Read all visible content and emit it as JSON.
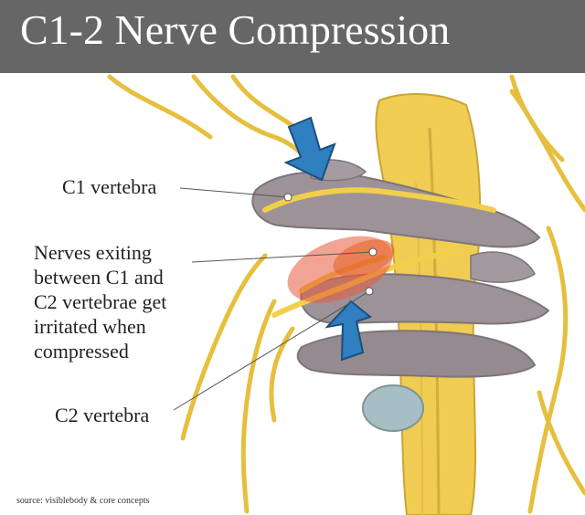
{
  "title": "C1-2 Nerve Compression",
  "labels": {
    "c1": "C1 vertebra",
    "nerves": [
      "Nerves exiting",
      "between C1 and",
      "C2 vertebrae get",
      "irritated when",
      "compressed"
    ],
    "c2": "C2 vertebra"
  },
  "source": "source: visiblebody & core concepts",
  "colors": {
    "title_bar": "#666666",
    "bone": "#9c9298",
    "nerve": "#f2cf4a",
    "arrow": "#2f7fc1",
    "inflammation": "#e85a3c"
  }
}
